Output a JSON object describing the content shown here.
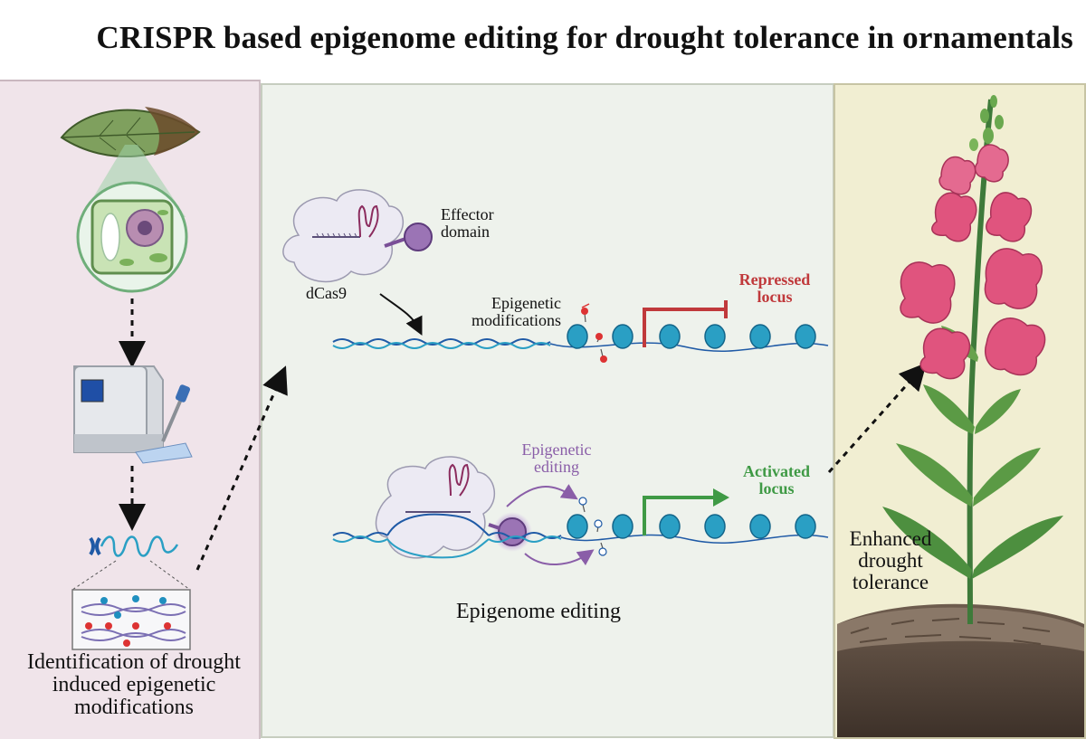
{
  "title": "CRISPR based epigenome editing for drought tolerance in ornamentals",
  "left_panel": {
    "caption_line1": "Identification of drought",
    "caption_line2": "induced epigenetic",
    "caption_line3": "modifications"
  },
  "middle_panel": {
    "effector_line1": "Effector",
    "effector_line2": "domain",
    "dcas9": "dCas9",
    "epigenetic_mod_line1": "Epigenetic",
    "epigenetic_mod_line2": "modifications",
    "repressed_line1": "Repressed",
    "repressed_line2": "locus",
    "epigenetic_edit_line1": "Epigenetic",
    "epigenetic_edit_line2": "editing",
    "activated_line1": "Activated",
    "activated_line2": "locus",
    "bottom_label": "Epigenome editing"
  },
  "right_panel": {
    "caption_line1": "Enhanced",
    "caption_line2": "drought",
    "caption_line3": "tolerance"
  },
  "colors": {
    "left_bg": "#f0e4ea",
    "mid_bg": "#eef2ec",
    "right_bg": "#f1eed2",
    "repressed": "#c0393b",
    "activated": "#3f9a45",
    "editing": "#8a5ea8",
    "nucleosome": "#2a9fc4",
    "effector": "#9b74b5"
  },
  "icons": [
    "leaf-icon",
    "plant-cell-icon",
    "sequencer-icon",
    "pipette-icon",
    "chromosome-icon",
    "dna-icon",
    "dcas9-icon",
    "effector-domain-icon",
    "nucleosome-icon",
    "methyl-mark-icon",
    "snapdragon-plant-icon",
    "soil-icon"
  ]
}
